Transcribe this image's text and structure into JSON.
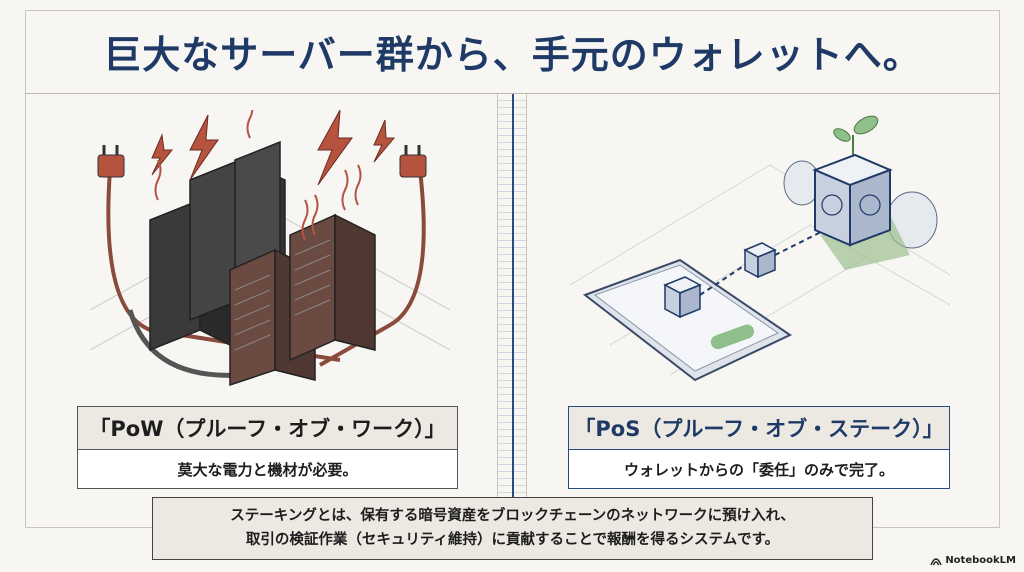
{
  "title": "巨大なサーバー群から、手元のウォレットへ。",
  "pow": {
    "heading": "「PoW（プルーフ・オブ・ワーク）」",
    "description": "莫大な電力と機材が必要。"
  },
  "pos": {
    "heading": "「PoS（プルーフ・オブ・ステーク）」",
    "description": "ウォレットからの「委任」のみで完了。"
  },
  "summary": {
    "line1": "ステーキングとは、保有する暗号資産をブロックチェーンのネットワークに預け入れ、",
    "line2": "取引の検証作業（セキュリティ維持）に貢献することで報酬を得るシステムです。"
  },
  "brand": "NotebookLM",
  "colors": {
    "accent": "#1f3a66",
    "heat": "#b5533f",
    "leaf": "#7fa67a"
  }
}
